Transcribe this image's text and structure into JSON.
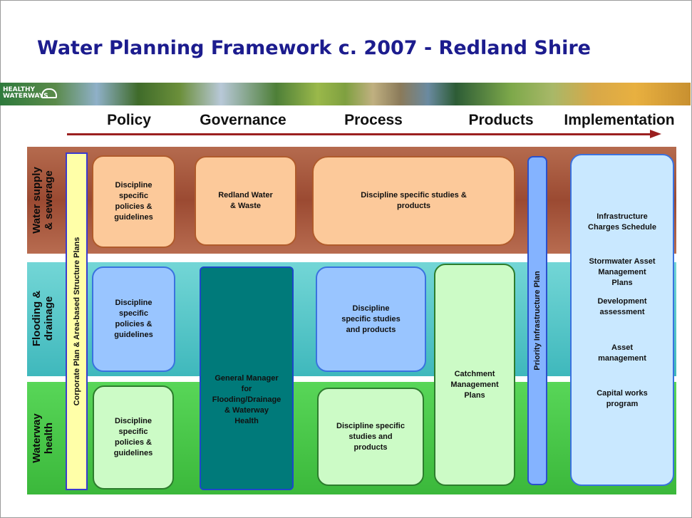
{
  "title": "Water Planning Framework c. 2007 - Redland Shire",
  "banner": {
    "logo_line1": "HEALTHY",
    "logo_line2": "WATERWAYS"
  },
  "phases": [
    "Policy",
    "Governance",
    "Process",
    "Products",
    "Implementation"
  ],
  "rows": {
    "water_supply": {
      "line1": "Water supply",
      "line2": "& sewerage"
    },
    "flooding": {
      "line1": "Flooding &",
      "line2": "drainage"
    },
    "waterway_health": {
      "line1": "Waterway",
      "line2": "health"
    }
  },
  "corporate_plan": "Corporate Plan & Area-based Structure Plans",
  "priority_plan": "Priority Infrastructure Plan",
  "boxes": {
    "water_policy": [
      "Discipline",
      "specific",
      "policies &",
      "guidelines"
    ],
    "water_governance": [
      "Redland Water",
      "& Waste"
    ],
    "water_process": [
      "Discipline specific studies &",
      "products"
    ],
    "flood_policy": [
      "Discipline",
      "specific",
      "policies &",
      "guidelines"
    ],
    "flood_process": [
      "Discipline",
      "specific studies",
      "and products"
    ],
    "health_policy": [
      "Discipline",
      "specific",
      "policies &",
      "guidelines"
    ],
    "health_process": [
      "Discipline specific",
      "studies and",
      "products"
    ],
    "general_manager": [
      "General Manager",
      "for",
      "Flooding/Drainage",
      "& Waterway",
      "Health"
    ],
    "catchment": [
      "Catchment",
      "Management",
      "Plans"
    ]
  },
  "implementation": {
    "infrastructure": [
      "Infrastructure",
      "Charges Schedule"
    ],
    "stormwater": [
      "Stormwater Asset",
      "Management",
      "Plans"
    ],
    "development": [
      "Development",
      "assessment"
    ],
    "asset": [
      "Asset",
      "management"
    ],
    "capital": [
      "Capital works",
      "program"
    ]
  },
  "colors": {
    "title": "#1c1c8e",
    "arrow": "#9b1f1f",
    "water_band": "#9b4a32",
    "flood_band": "#3fb8bc",
    "health_band": "#3bb83b",
    "general_manager_box": "#007a7a"
  }
}
